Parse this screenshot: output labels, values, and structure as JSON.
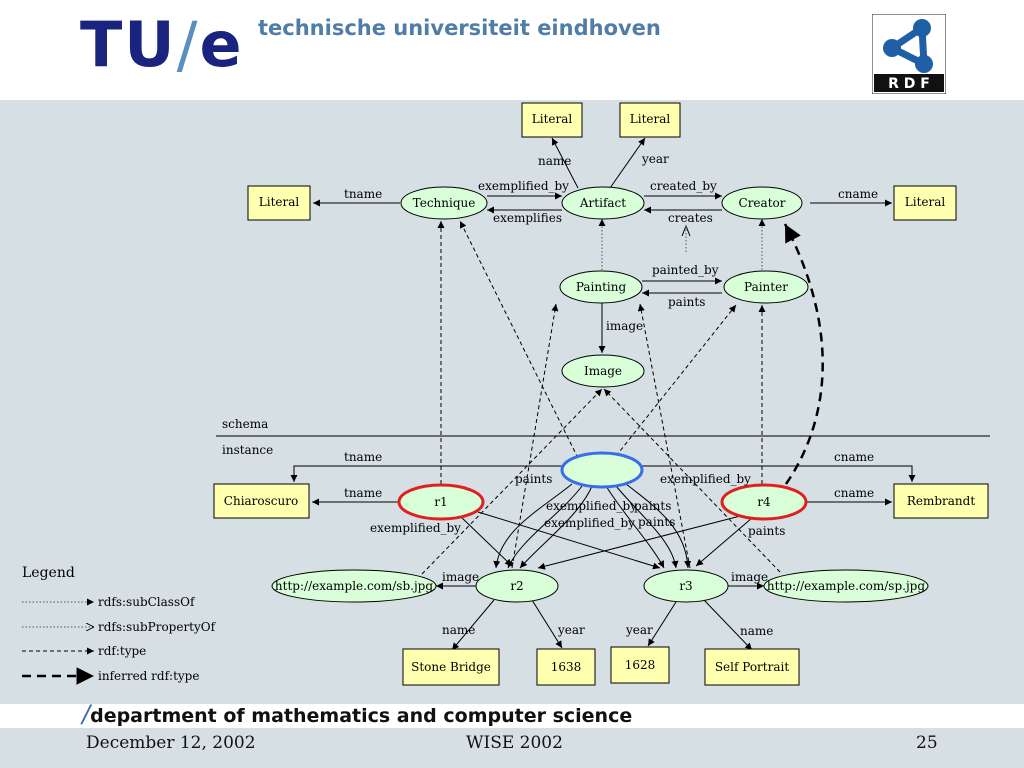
{
  "header": {
    "logo_tu": "TU",
    "logo_slash": "/",
    "logo_e": "e",
    "university": "technische universiteit eindhoven",
    "rdf_logo_text": "R D F"
  },
  "diagram": {
    "section_labels": {
      "schema": "schema",
      "instance": "instance"
    },
    "nodes": {
      "literal_top1": "Literal",
      "literal_top2": "Literal",
      "literal_left": "Literal",
      "literal_right": "Literal",
      "technique": "Technique",
      "artifact": "Artifact",
      "creator": "Creator",
      "painting": "Painting",
      "painter": "Painter",
      "image": "Image",
      "blank": "",
      "chiaroscuro": "Chiaroscuro",
      "r1": "r1",
      "r4": "r4",
      "rembrandt": "Rembrandt",
      "sb_jpg": "http://example.com/sb.jpg",
      "r2": "r2",
      "r3": "r3",
      "sp_jpg": "http://example.com/sp.jpg",
      "stone_bridge": "Stone Bridge",
      "y1638": "1638",
      "y1628": "1628",
      "self_portrait": "Self Portrait"
    },
    "edge_labels": {
      "name_top": "name",
      "year_top": "year",
      "tname_top": "tname",
      "exemplified_by_top": "exemplified_by",
      "exemplifies": "exemplifies",
      "created_by": "created_by",
      "creates": "creates",
      "cname_top": "cname",
      "painted_by": "painted_by",
      "paints_top": "paints",
      "image_top": "image",
      "tname_i1": "tname",
      "cname_i1": "cname",
      "paints_i1": "paints",
      "exemplified_by_i1": "exemplified_by",
      "tname_i2": "tname",
      "cname_i2": "cname",
      "exemplified_by_r1": "exemplified_by",
      "exemplified_by_mid1": "exemplified_by",
      "paints_mid1": "paints",
      "exemplified_by_mid2": "exemplified_by",
      "paints_mid2": "paints",
      "paints_r4": "paints",
      "image_r2": "image",
      "image_r3": "image",
      "name_r2": "name",
      "year_r2": "year",
      "year_r3": "year",
      "name_r3": "name"
    },
    "legend": {
      "title": "Legend",
      "items": [
        "rdfs:subClassOf",
        "rdfs:subPropertyOf",
        "rdf:type",
        "inferred rdf:type"
      ]
    },
    "colors": {
      "literal_fill": "#ffffb0",
      "node_fill": "#d8ffd8",
      "r_border": "#e02020",
      "blank_border": "#3a6ee8",
      "background": "#d6dfe3"
    }
  },
  "footer": {
    "department_slash": "/",
    "department": "department of mathematics and computer science",
    "date": "December 12, 2002",
    "conference": "WISE 2002",
    "page": "25"
  }
}
